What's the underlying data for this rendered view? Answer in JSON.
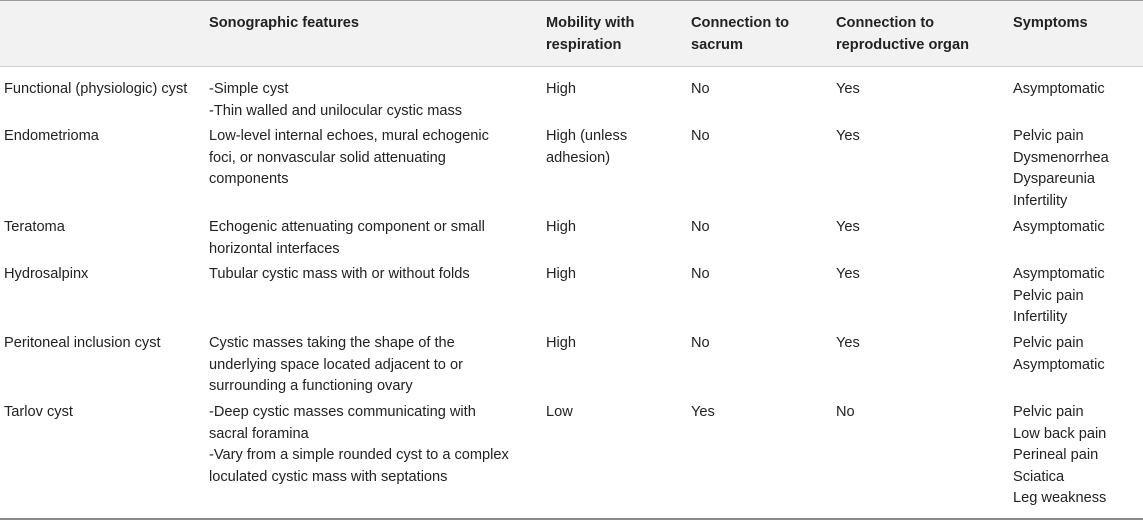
{
  "headers": [
    "",
    "Sonographic features",
    "Mobility with respiration",
    "Connection to sacrum",
    "Connection to reproductive organ",
    "Symptoms"
  ],
  "header_lines": {
    "mobility": [
      "Mobility with",
      "respiration"
    ],
    "sacrum": [
      "Connection to",
      "sacrum"
    ],
    "organ": [
      "Connection to",
      "reproductive organ"
    ]
  },
  "rows": [
    {
      "name": "Functional (physiologic) cyst",
      "features": [
        "-Simple cyst",
        "-Thin walled and unilocular cystic mass"
      ],
      "mobility": [
        "High"
      ],
      "sacrum": "No",
      "organ": "Yes",
      "symptoms": [
        "Asymptomatic"
      ]
    },
    {
      "name": "Endometrioma",
      "features": [
        "Low-level internal echoes, mural echogenic",
        "foci, or nonvascular solid attenuating",
        "components"
      ],
      "mobility": [
        "High (unless",
        "adhesion)"
      ],
      "sacrum": "No",
      "organ": "Yes",
      "symptoms": [
        "Pelvic pain",
        "Dysmenorrhea",
        "Dyspareunia",
        "Infertility"
      ]
    },
    {
      "name": "Teratoma",
      "features": [
        "Echogenic attenuating component or small",
        "horizontal interfaces"
      ],
      "mobility": [
        "High"
      ],
      "sacrum": "No",
      "organ": "Yes",
      "symptoms": [
        "Asymptomatic"
      ]
    },
    {
      "name": "Hydrosalpinx",
      "features": [
        "Tubular cystic mass with or without folds"
      ],
      "mobility": [
        "High"
      ],
      "sacrum": "No",
      "organ": "Yes",
      "symptoms": [
        "Asymptomatic",
        "Pelvic pain",
        "Infertility"
      ]
    },
    {
      "name": "Peritoneal inclusion cyst",
      "features": [
        "Cystic masses taking the shape of the",
        "underlying space located adjacent to or",
        "surrounding a functioning ovary"
      ],
      "mobility": [
        "High"
      ],
      "sacrum": "No",
      "organ": "Yes",
      "symptoms": [
        "Pelvic pain",
        "Asymptomatic"
      ]
    },
    {
      "name": "Tarlov cyst",
      "features": [
        "-Deep cystic masses communicating with",
        "sacral foramina",
        "-Vary from a simple rounded cyst to a complex",
        "loculated cystic mass with septations"
      ],
      "mobility": [
        "Low"
      ],
      "sacrum": "Yes",
      "organ": "No",
      "symptoms": [
        "Pelvic pain",
        "Low back pain",
        "Perineal pain",
        "Sciatica",
        "Leg weakness"
      ]
    }
  ]
}
